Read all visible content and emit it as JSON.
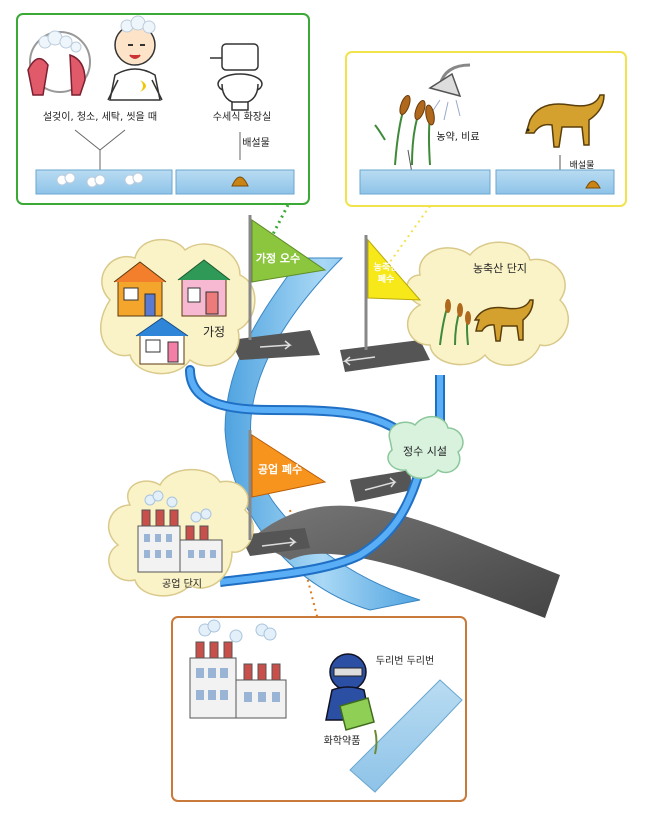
{
  "panels": {
    "household": {
      "label_activities": "설겆이, 청소, 세탁, 씻을 때",
      "label_toilet": "수세식 화장실",
      "label_excreta": "배설물"
    },
    "agri": {
      "label_pesticide": "농약, 비료",
      "label_excreta": "배설물"
    },
    "industry": {
      "label_sound": "두리번 두리번",
      "label_chemical": "화학약품"
    }
  },
  "main": {
    "house_label": "가정",
    "farm_label": "농축산 단지",
    "factory_label": "공업 단지",
    "treatment_label": "정수 시설",
    "flag_household": "가정 오수",
    "flag_agri_line1": "농축산",
    "flag_agri_line2": "폐수",
    "flag_industry": "공업 폐수"
  },
  "colors": {
    "household_border": "#3aa935",
    "agri_border": "#f2e34c",
    "industry_border": "#c97a3a",
    "flag_green": "#8cc63f",
    "flag_yellow": "#f7e81a",
    "flag_orange": "#f7941d",
    "river": "#67b5e8",
    "road": "#555555",
    "pipe": "#2e86de",
    "cloud": "#fbf3c8"
  }
}
